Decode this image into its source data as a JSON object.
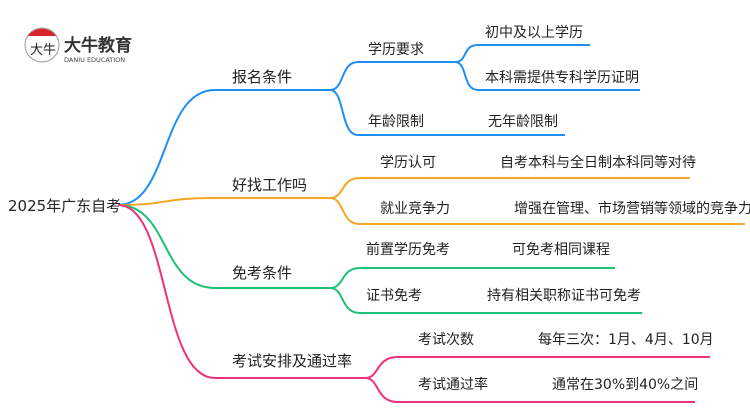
{
  "logo": {
    "name_cn": "大牛教育",
    "name_en": "DANIU EDUCATION",
    "mark": "大牛"
  },
  "root": "2025年广东自考",
  "colors": {
    "blue": "#1f8ff5",
    "orange": "#f5a623",
    "green": "#1dc074",
    "pink": "#f0317b"
  },
  "branches": [
    {
      "label": "报名条件",
      "children": [
        {
          "label": "学历要求",
          "children": [
            "初中及以上学历",
            "本科需提供专科学历证明"
          ]
        },
        {
          "label": "年龄限制",
          "children": [
            "无年龄限制"
          ]
        }
      ]
    },
    {
      "label": "好找工作吗",
      "children": [
        {
          "label": "学历认可",
          "children": [
            "自考本科与全日制本科同等对待"
          ]
        },
        {
          "label": "就业竞争力",
          "children": [
            "增强在管理、市场营销等领域的竞争力"
          ]
        }
      ]
    },
    {
      "label": "免考条件",
      "children": [
        {
          "label": "前置学历免考",
          "children": [
            "可免考相同课程"
          ]
        },
        {
          "label": "证书免考",
          "children": [
            "持有相关职称证书可免考"
          ]
        }
      ]
    },
    {
      "label": "考试安排及通过率",
      "children": [
        {
          "label": "考试次数",
          "children": [
            "每年三次：1月、4月、10月"
          ]
        },
        {
          "label": "考试通过率",
          "children": [
            "通常在30%到40%之间"
          ]
        }
      ]
    }
  ]
}
